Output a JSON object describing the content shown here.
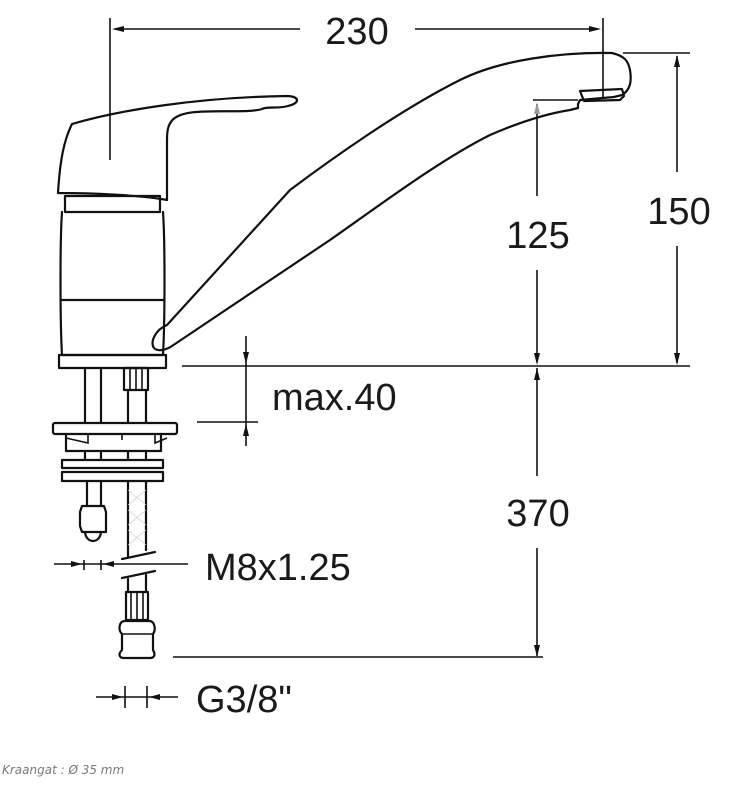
{
  "diagram": {
    "subject": "single-lever kitchen faucet technical drawing",
    "dimensions": {
      "spout_reach": "230",
      "spout_outlet_height": "125",
      "overall_height": "150",
      "max_countertop_thickness": "max.40",
      "hose_length": "370",
      "stud_thread": "M8x1.25",
      "hose_connection": "G3/8\""
    },
    "units": "mm"
  },
  "caption": {
    "text": "Kraangat : Ø 35 mm"
  }
}
